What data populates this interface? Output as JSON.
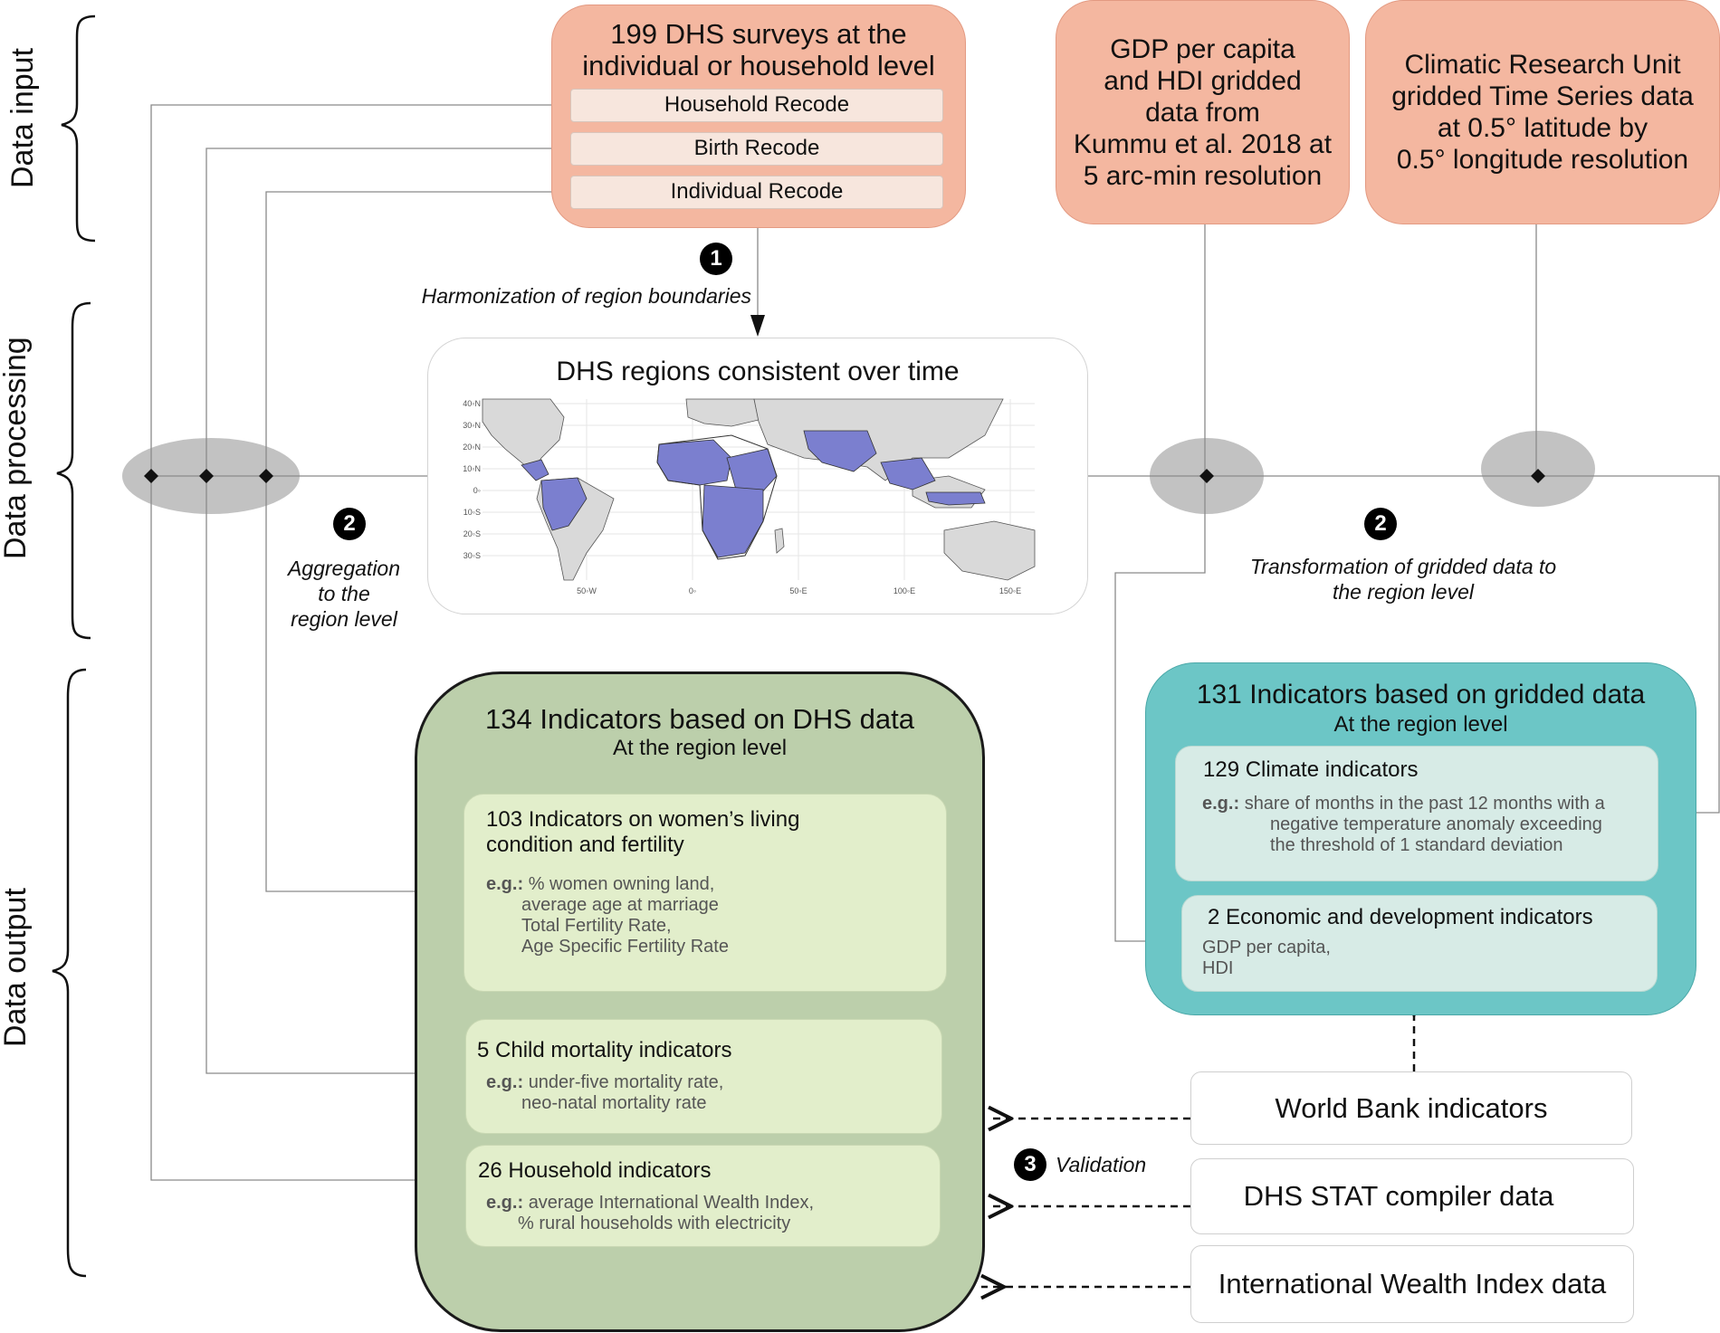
{
  "sections": {
    "data_input": "Data input",
    "data_processing": "Data processing",
    "data_output": "Data output"
  },
  "dhs_input": {
    "title_line1": "199 DHS surveys at the",
    "title_line2": "individual or household level",
    "recodes": [
      "Household Recode",
      "Birth Recode",
      "Individual Recode"
    ]
  },
  "gdp_input": {
    "lines": [
      "GDP per capita",
      "and HDI gridded",
      "data from",
      "Kummu et al. 2018 at",
      "5 arc-min resolution"
    ]
  },
  "cru_input": {
    "lines": [
      "Climatic Research Unit",
      "gridded Time Series data",
      "at 0.5° latitude by",
      "0.5° longitude resolution"
    ]
  },
  "steps": {
    "step1_number": "1",
    "step1_label": "Harmonization of region boundaries",
    "step2_number": "2",
    "step2_left_lines": [
      "Aggregation",
      "to the",
      "region level"
    ],
    "step2_right_lines": [
      "Transformation of gridded data to",
      "the region level"
    ],
    "step3_number": "3",
    "step3_label": "Validation"
  },
  "map_panel": {
    "title": "DHS regions consistent over time",
    "lat_ticks": [
      "40◦N",
      "30◦N",
      "20◦N",
      "10◦N",
      "0◦",
      "10◦S",
      "20◦S",
      "30◦S"
    ],
    "lon_ticks": [
      "50◦W",
      "0◦",
      "50◦E",
      "100◦E",
      "150◦E"
    ],
    "colors": {
      "dhs_region": "#7b7fcf",
      "land": "#d9d9d9",
      "border": "#333333"
    }
  },
  "dhs_output": {
    "title": "134 Indicators based on DHS data",
    "subtitle": "At the region level",
    "women": {
      "title_line1": "103 Indicators on women’s living",
      "title_line2": "condition and fertility",
      "eg_prefix": "e.g.:",
      "examples": [
        "% women owning land,",
        "average age at marriage",
        "Total Fertility Rate,",
        "Age Specific Fertility Rate"
      ]
    },
    "child": {
      "title": "5 Child mortality indicators",
      "eg_prefix": "e.g.:",
      "examples": [
        "under-five mortality rate,",
        "neo-natal mortality rate"
      ]
    },
    "household": {
      "title": "26 Household indicators",
      "eg_prefix": "e.g.:",
      "examples": [
        "average International Wealth Index,",
        "% rural households with electricity"
      ]
    }
  },
  "gridded_output": {
    "title": "131 Indicators based on gridded data",
    "subtitle": "At the region level",
    "climate": {
      "title": "129 Climate indicators",
      "eg_prefix": "e.g.:",
      "examples": [
        "share of months in the past 12  months with a",
        "negative temperature anomaly exceeding",
        "the threshold of 1 standard deviation"
      ]
    },
    "economic": {
      "title": "2 Economic and development indicators",
      "examples": [
        "GDP per capita,",
        "HDI"
      ]
    }
  },
  "validation_sources": [
    "World Bank indicators",
    "DHS STAT compiler data",
    "International Wealth Index data"
  ],
  "colors": {
    "input_box": "#f4b7a0",
    "dhs_output": "#bccfab",
    "dhs_inner": "#e2eecb",
    "gridded_output": "#6cc6c6",
    "gridded_inner": "#d7ebe6",
    "junction": "#c2c2c2"
  }
}
